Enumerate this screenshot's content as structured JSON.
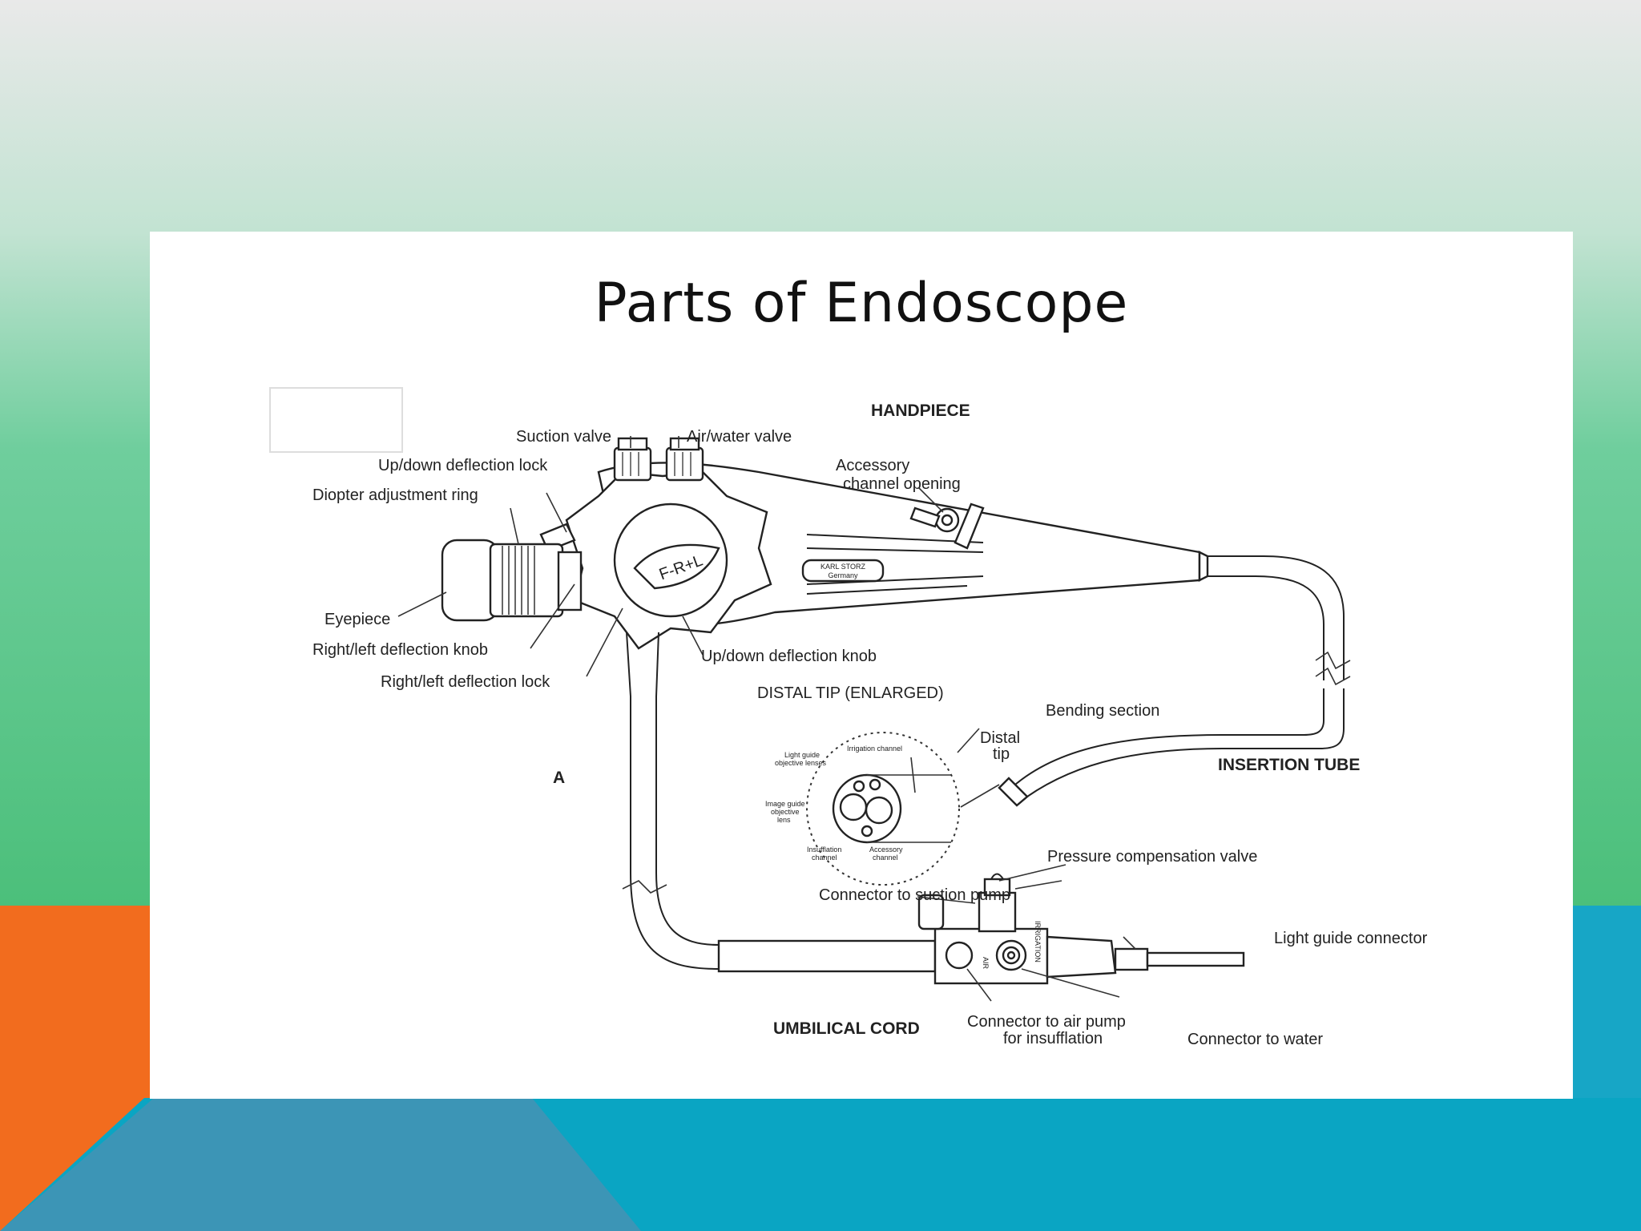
{
  "slide": {
    "title": "Parts of Endoscope"
  },
  "diagram": {
    "labels": {
      "handpiece": "HANDPIECE",
      "suction_valve": "Suction valve",
      "air_water_valve": "Air/water valve",
      "accessory_channel_opening_1": "Accessory",
      "accessory_channel_opening_2": "channel opening",
      "up_down_deflection_lock": "Up/down deflection lock",
      "diopter_adjustment_ring": "Diopter adjustment ring",
      "eyepiece": "Eyepiece",
      "right_left_deflection_knob": "Right/left deflection knob",
      "right_left_deflection_lock": "Right/left deflection lock",
      "up_down_deflection_knob": "Up/down deflection knob",
      "distal_tip_enlarged": "DISTAL TIP (ENLARGED)",
      "distal_tip_1": "Distal",
      "distal_tip_2": "tip",
      "bending_section": "Bending section",
      "insertion_tube": "INSERTION TUBE",
      "figure_letter": "A",
      "light_guide_lenses_1": "Light guide",
      "light_guide_lenses_2": "objective lenses",
      "irrigation_channel": "Irrigation channel",
      "image_guide_1": "Image guide",
      "image_guide_2": "objective",
      "image_guide_3": "lens",
      "insufflation_channel_1": "Insufflation",
      "insufflation_channel_2": "channel",
      "accessory_channel_1": "Accessory",
      "accessory_channel_2": "channel",
      "pressure_compensation_valve": "Pressure compensation valve",
      "connector_suction_pump": "Connector to suction pump",
      "light_guide_connector": "Light guide connector",
      "umbilical_cord": "UMBILICAL CORD",
      "connector_air_pump_1": "Connector to air pump",
      "connector_air_pump_2": "for insufflation",
      "connector_water": "Connector to water",
      "brand_1": "KARL STORZ",
      "brand_2": "Germany",
      "knob_text": "F-R+L",
      "air_text": "AIR",
      "irrigation_text": "IRRIGATION"
    }
  }
}
